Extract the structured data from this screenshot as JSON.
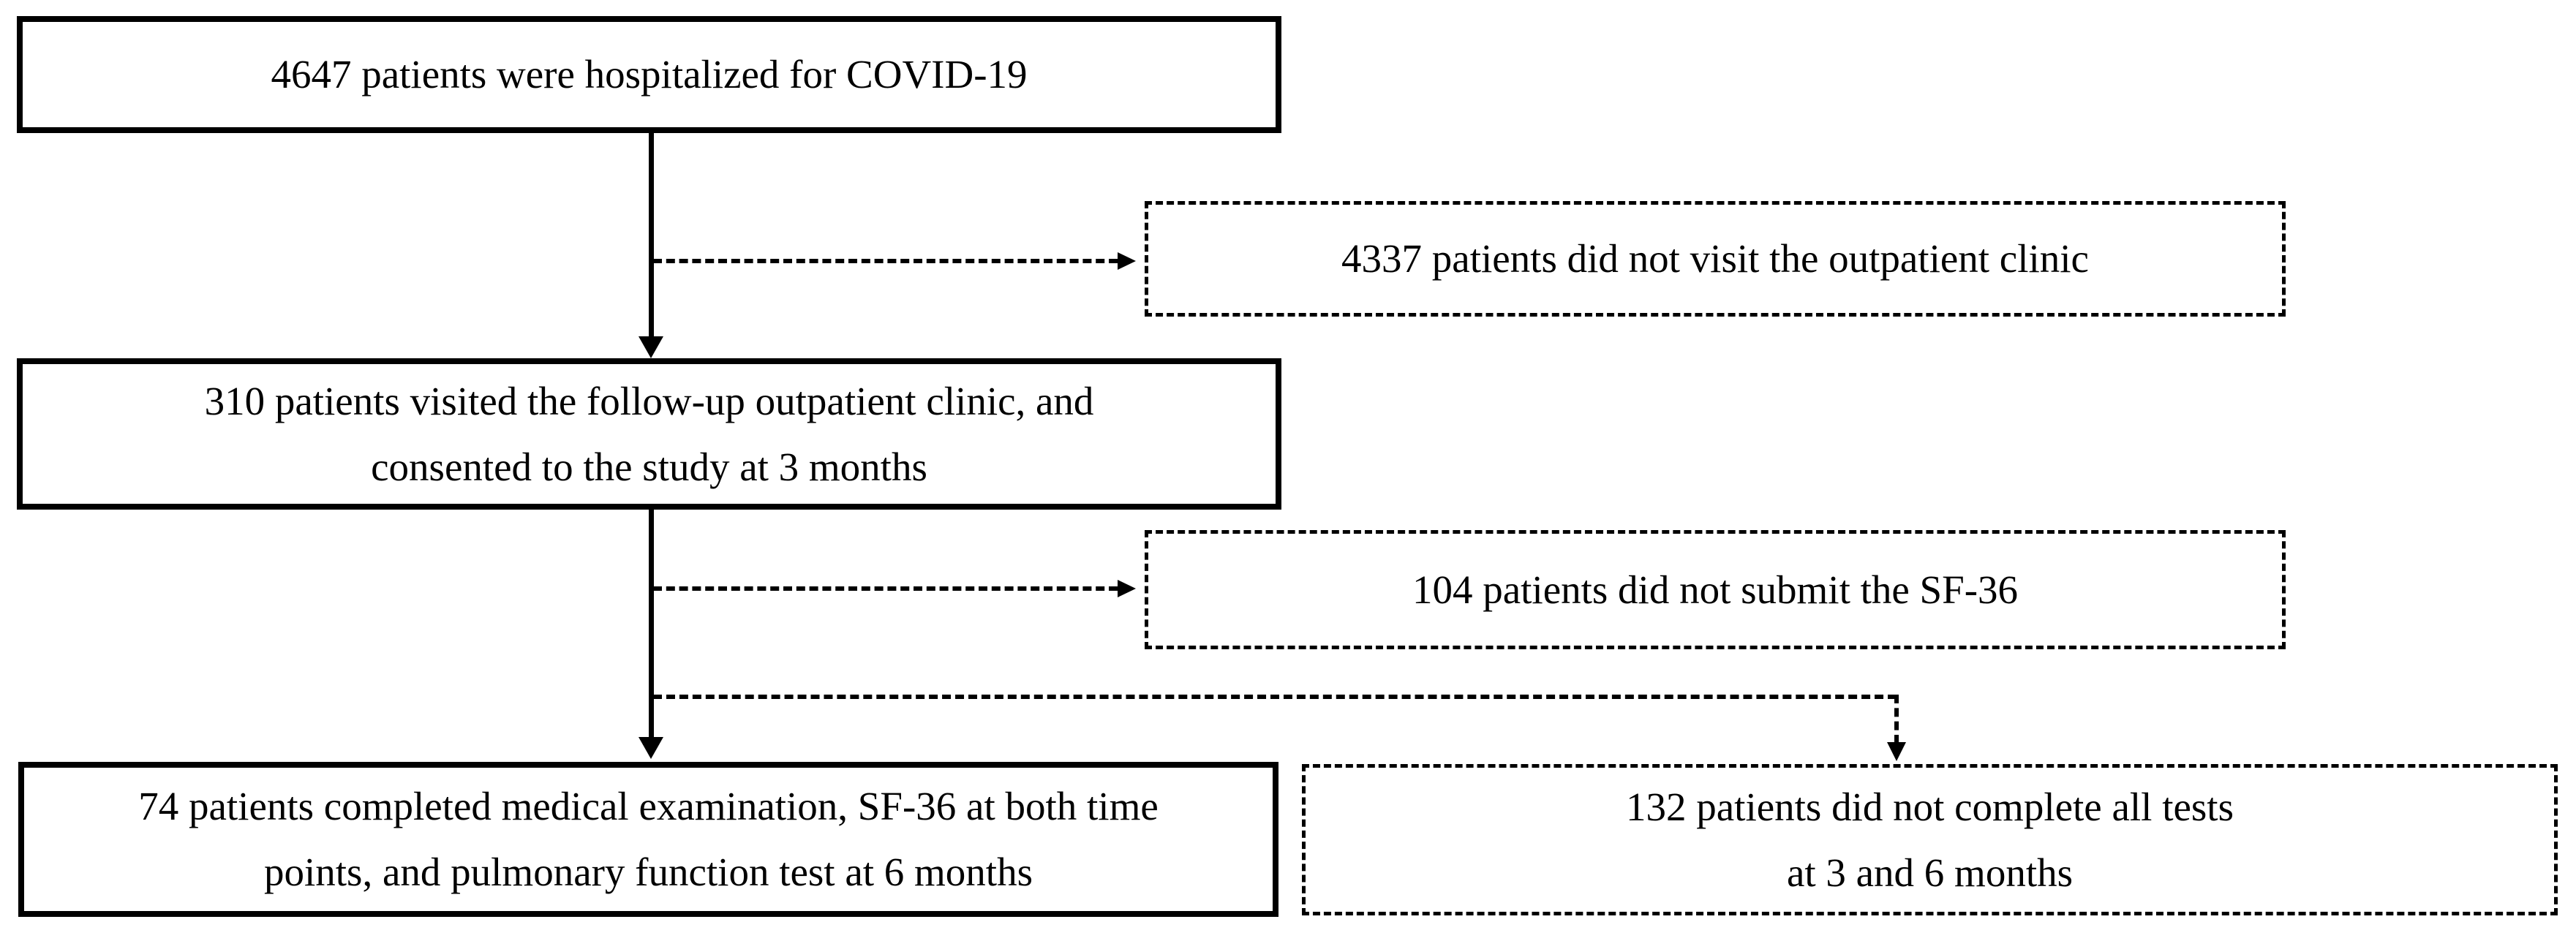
{
  "diagram": {
    "boxes": {
      "hospitalized": {
        "text": "4647 patients were hospitalized for COVID-19"
      },
      "no_outpatient": {
        "text": "4337 patients did not visit the outpatient clinic"
      },
      "followup": {
        "line1": "310 patients visited the follow-up outpatient clinic, and",
        "line2": "consented to the study at 3 months"
      },
      "no_sf36": {
        "text": "104 patients did not submit the SF-36"
      },
      "completed": {
        "line1": "74 patients completed medical examination, SF-36 at both time",
        "line2": "points, and pulmonary function test at 6 months"
      },
      "incomplete": {
        "line1": "132 patients did not complete all tests",
        "line2": "at 3 and 6 months"
      }
    },
    "colors": {
      "line": "#000000",
      "background": "#ffffff",
      "text": "#000000"
    }
  }
}
